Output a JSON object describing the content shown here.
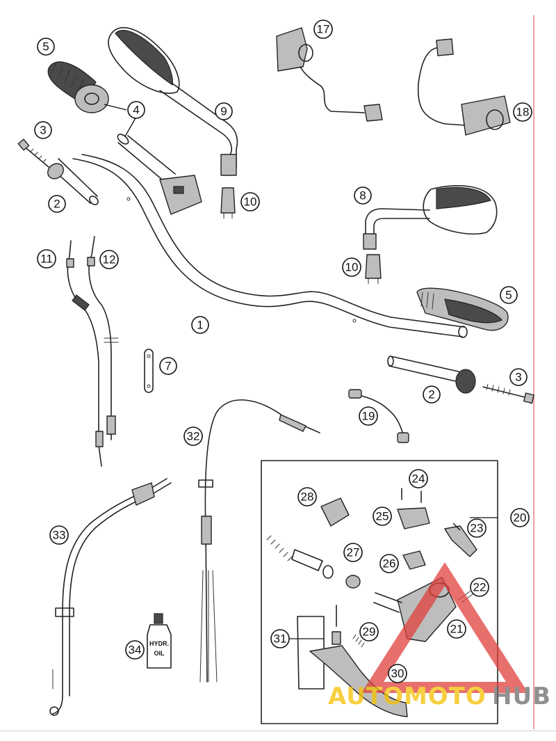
{
  "diagram": {
    "callouts": {
      "c1": "1",
      "c2a": "2",
      "c2b": "2",
      "c3a": "3",
      "c3b": "3",
      "c4": "4",
      "c5a": "5",
      "c5b": "5",
      "c7": "7",
      "c8": "8",
      "c9": "9",
      "c10a": "10",
      "c10b": "10",
      "c11": "11",
      "c12": "12",
      "c17": "17",
      "c18": "18",
      "c19": "19",
      "c20": "20",
      "c21": "21",
      "c22": "22",
      "c23": "23",
      "c24": "24",
      "c25": "25",
      "c26": "26",
      "c27": "27",
      "c28": "28",
      "c29": "29",
      "c30": "30",
      "c31": "31",
      "c32": "32",
      "c33": "33",
      "c34": "34"
    },
    "oil_bottle_label_line1": "HYDR.",
    "oil_bottle_label_line2": "OIL",
    "watermark": {
      "part1": "AUTOMOTO",
      "part2": "HUB",
      "color_primary": "#f5c000",
      "color_secondary": "#6b6b6b",
      "triangle_color": "#e0413d"
    }
  }
}
